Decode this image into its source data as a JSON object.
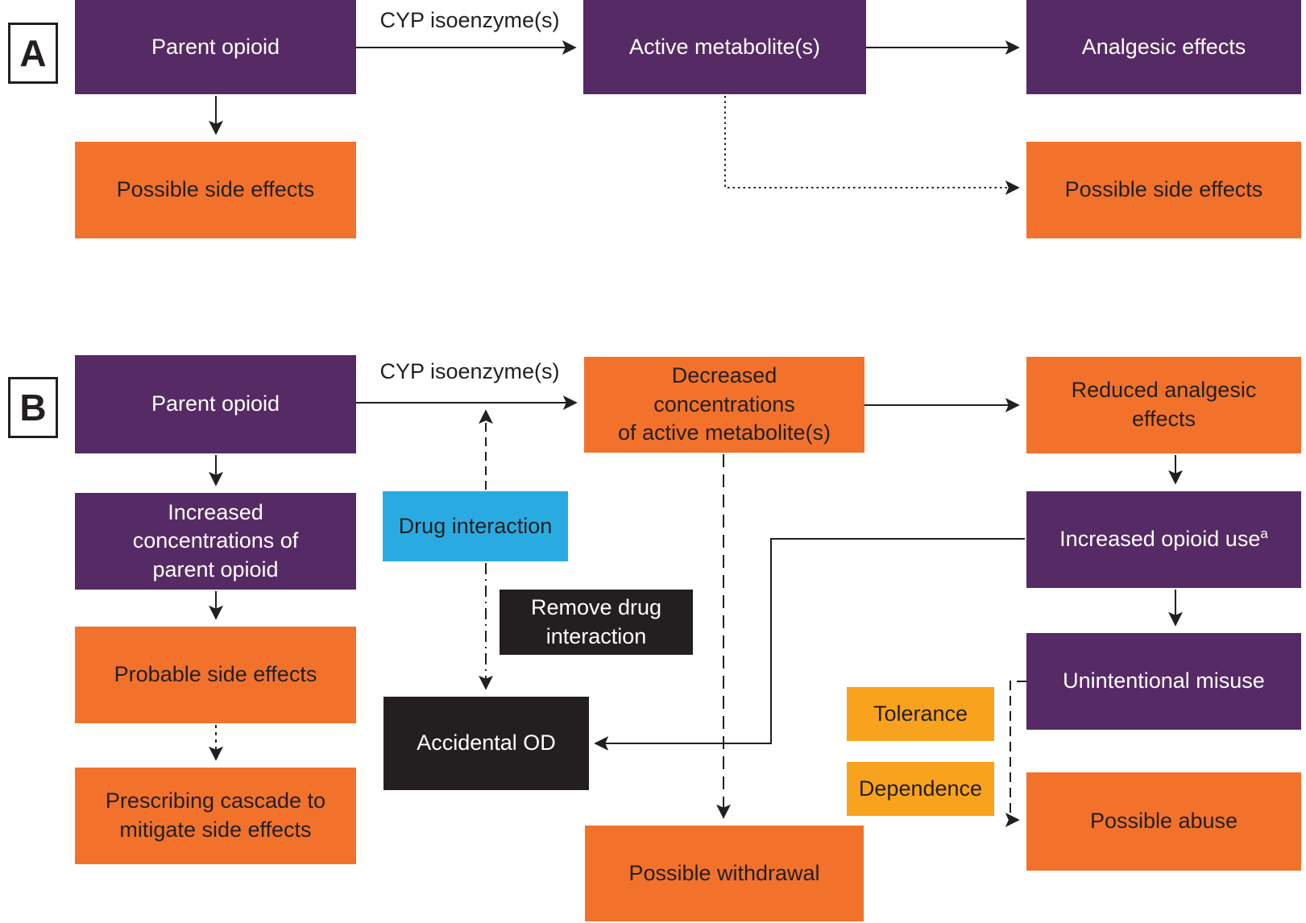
{
  "colors": {
    "purple": "#562a64",
    "orange": "#f2722c",
    "amber": "#f9a21d",
    "blue": "#29abe2",
    "black_box": "#231f20",
    "line": "#231f20"
  },
  "panel_a": {
    "label": "A",
    "cyp_label": "CYP isoenzyme(s)",
    "boxes": {
      "parent_opioid": "Parent opioid",
      "active_metabolites": "Active metabolite(s)",
      "analgesic_effects": "Analgesic effects",
      "possible_side_effects_left": "Possible side effects",
      "possible_side_effects_right": "Possible side effects"
    }
  },
  "panel_b": {
    "label": "B",
    "cyp_label": "CYP isoenzyme(s)",
    "boxes": {
      "parent_opioid": "Parent opioid",
      "decreased_concentrations": "Decreased\nconcentrations\nof active metabolite(s)",
      "reduced_analgesic": "Reduced analgesic\neffects",
      "increased_opioid_use": "Increased opioid use",
      "increased_opioid_use_sup": "a",
      "unintentional_misuse": "Unintentional misuse",
      "possible_abuse": "Possible abuse",
      "tolerance": "Tolerance",
      "dependence": "Dependence",
      "increased_concentrations": "Increased\nconcentrations of\nparent opioid",
      "probable_side_effects": "Probable side effects",
      "prescribing_cascade": "Prescribing cascade to\nmitigate side effects",
      "drug_interaction": "Drug interaction",
      "remove_drug_interaction": "Remove drug\ninteraction",
      "accidental_od": "Accidental OD",
      "possible_withdrawal": "Possible withdrawal"
    }
  }
}
